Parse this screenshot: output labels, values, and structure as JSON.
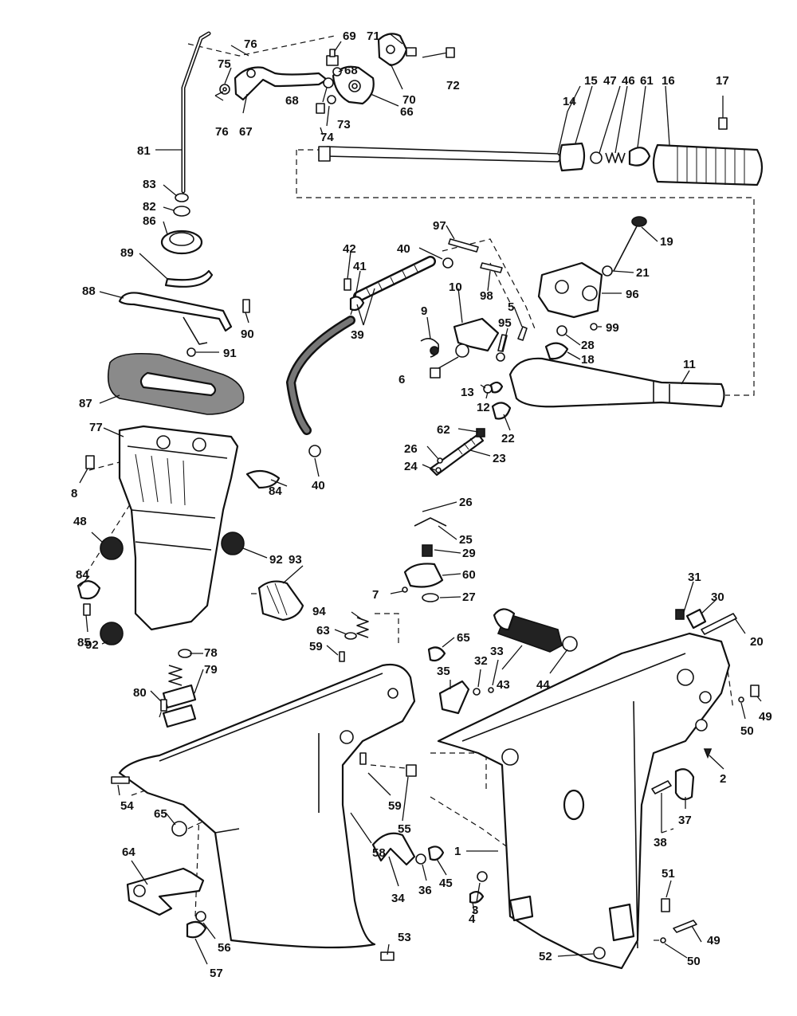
{
  "diagram": {
    "labels": {
      "p1": "1",
      "p2": "2",
      "p3": "3",
      "p4": "4",
      "p5": "5",
      "p6": "6",
      "p7": "7",
      "p8": "8",
      "p9": "9",
      "p10": "10",
      "p11": "11",
      "p12": "12",
      "p13": "13",
      "p14": "14",
      "p15": "15",
      "p16": "16",
      "p17": "17",
      "p18": "18",
      "p19": "19",
      "p20": "20",
      "p21": "21",
      "p22": "22",
      "p23": "23",
      "p24": "24",
      "p25": "25",
      "p26a": "26",
      "p26b": "26",
      "p27": "27",
      "p28": "28",
      "p29": "29",
      "p30": "30",
      "p31": "31",
      "p32": "32",
      "p33": "33",
      "p34": "34",
      "p35": "35",
      "p36": "36",
      "p37": "37",
      "p38": "38",
      "p39": "39",
      "p40a": "40",
      "p40b": "40",
      "p41": "41",
      "p42": "42",
      "p43": "43",
      "p44": "44",
      "p45": "45",
      "p46": "46",
      "p47": "47",
      "p48": "48",
      "p49a": "49",
      "p49b": "49",
      "p50a": "50",
      "p50b": "50",
      "p51": "51",
      "p52": "52",
      "p53": "53",
      "p54": "54",
      "p55": "55",
      "p56": "56",
      "p57": "57",
      "p58": "58",
      "p59a": "59",
      "p59b": "59",
      "p60": "60",
      "p61": "61",
      "p62": "62",
      "p63": "63",
      "p64": "64",
      "p65a": "65",
      "p65b": "65",
      "p66": "66",
      "p67": "67",
      "p68a": "68",
      "p68b": "68",
      "p69": "69",
      "p70": "70",
      "p71": "71",
      "p72": "72",
      "p73": "73",
      "p74": "74",
      "p75": "75",
      "p76a": "76",
      "p76b": "76",
      "p77": "77",
      "p78": "78",
      "p79": "79",
      "p80": "80",
      "p81": "81",
      "p82": "82",
      "p83": "83",
      "p84a": "84",
      "p84b": "84",
      "p85": "85",
      "p86": "86",
      "p87": "87",
      "p88": "88",
      "p89": "89",
      "p90": "90",
      "p91": "91",
      "p92a": "92",
      "p92b": "92",
      "p93": "93",
      "p94": "94",
      "p95": "95",
      "p96": "96",
      "p97": "97",
      "p98": "98",
      "p99": "99"
    }
  }
}
